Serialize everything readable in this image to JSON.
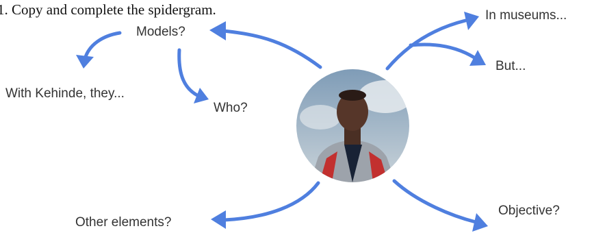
{
  "instruction": "1. Copy and complete the spidergram.",
  "nodes": {
    "models": "Models?",
    "with_kehinde": "With Kehinde, they...",
    "who": "Who?",
    "in_museums": "In museums...",
    "but": "But...",
    "other_elements": "Other elements?",
    "objective": "Objective?"
  },
  "colors": {
    "arrow": "#4f7fdf",
    "text": "#333333"
  }
}
